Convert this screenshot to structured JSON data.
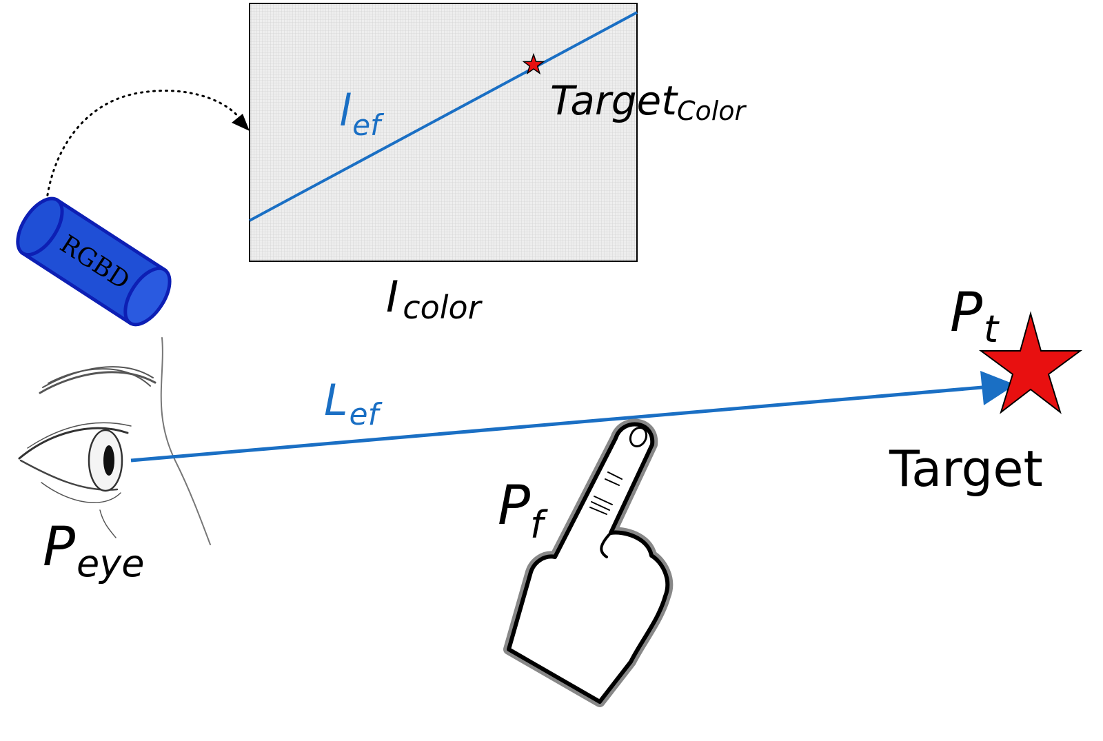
{
  "camera": {
    "label": "RGBD",
    "color": "#1f4fd6"
  },
  "image_panel": {
    "name_main": "I",
    "name_sub": "color",
    "line_main": "l",
    "line_sub": "ef",
    "target_main": "Target",
    "target_sub": "Color"
  },
  "eye": {
    "main": "P",
    "sub": "eye"
  },
  "gaze_line": {
    "main": "L",
    "sub": "ef",
    "color": "#1a6fc4"
  },
  "finger": {
    "main": "P",
    "sub": "f"
  },
  "target": {
    "main": "P",
    "sub": "t",
    "caption": "Target",
    "color": "#e81010"
  }
}
